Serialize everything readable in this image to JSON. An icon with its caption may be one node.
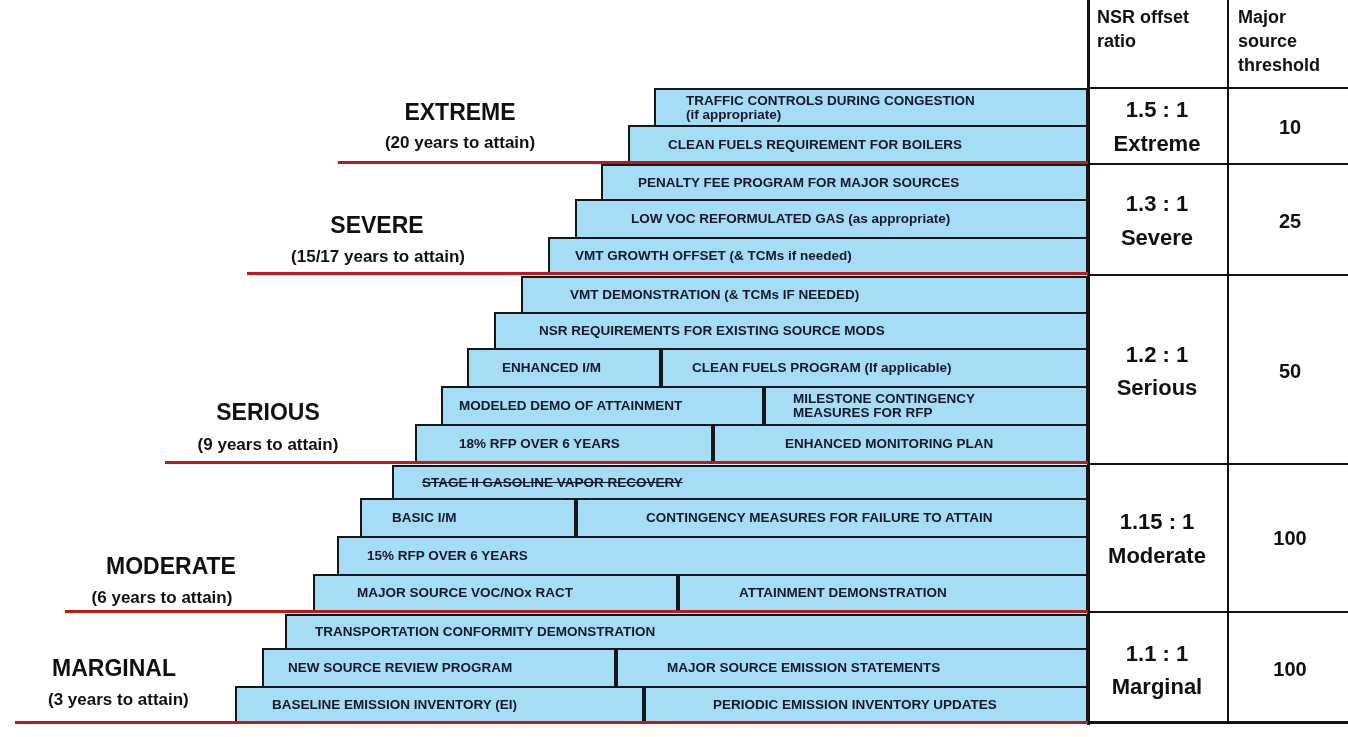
{
  "diagram": {
    "nodes": [
      {
        "text": [
          "TRAFFIC CONTROLS DURING CONGESTION (if appropriate)"
        ]
      },
      {
        "text": [
          "CLEAN FUELS REQUIREMENT FOR BOILERS"
        ]
      },
      {
        "text": [
          "PENALTY FEE PROGRAM FOR MAJOR SOURCES"
        ]
      },
      {
        "text": [
          "LOW VOC REFORMULATED GAS (as appropriate)"
        ]
      },
      {
        "text": [
          "VMT GROWTH OFFSET (& TCMs if needed)"
        ]
      },
      {
        "text": [
          "VMT DEMONSTRATION (& TCMs IF NEEDED)"
        ]
      },
      {
        "text": [
          "NSR REQUIREMENTS FOR EXISTING SOURCE MODS"
        ]
      },
      {
        "text": [
          "ENHANCED I/M"
        ]
      },
      {
        "text": [
          "CLEAN FUELS PROGRAM (If applicable)"
        ]
      },
      {
        "text": [
          "MODELED DEMO OF ATTAINMENT"
        ]
      },
      {
        "text": [
          "MILESTONE CONTINGENCY MEASURES FOR RFP"
        ]
      },
      {
        "text": [
          "18% RFP OVER 6 YEARS"
        ]
      },
      {
        "text": [
          "ENHANCED MONITORING PLAN"
        ]
      },
      {
        "text": [
          "STAGE II GASOLINE VAPOR RECOVERY"
        ]
      },
      {
        "text": [
          "BASIC I/M"
        ]
      },
      {
        "text": [
          "CONTINGENCY MEASURES FOR FAILURE TO ATTAIN"
        ]
      },
      {
        "text": [
          "15% RFP OVER 6 YEARS"
        ]
      },
      {
        "text": [
          "MAJOR SOURCE VOC/NOx RACT"
        ]
      },
      {
        "text": [
          "ATTAINMENT DEMONSTRATION"
        ]
      },
      {
        "text": [
          "TRANSPORTATION CONFORMITY DEMONSTRATION"
        ]
      },
      {
        "text": [
          "NEW SOURCE REVIEW PROGRAM"
        ]
      },
      {
        "text": [
          "MAJOR SOURCE EMISSION STATEMENTS"
        ]
      },
      {
        "text": [
          "BASELINE EMISSION INVENTORY (EI)"
        ]
      },
      {
        "text": [
          "PERIODIC EMISSION INVENTORY UPDATES"
        ]
      }
    ],
    "labels": [
      "NSR offset ratio",
      "Major source threshold",
      "EXTREME",
      "(20 years to attain)",
      "1.5 : 1",
      "Extreme",
      "10",
      "SEVERE",
      "(15/17 years to attain)",
      "1.3 : 1",
      "Severe",
      "25",
      "SERIOUS",
      "(9 years to attain)",
      "1.2 : 1",
      "Serious",
      "50",
      "MODERATE",
      "(6 years to attain)",
      "1.15 : 1",
      "Moderate",
      "100",
      "MARGINAL",
      "(3 years to attain)",
      "1.1 : 1",
      "Marginal",
      "100"
    ]
  }
}
